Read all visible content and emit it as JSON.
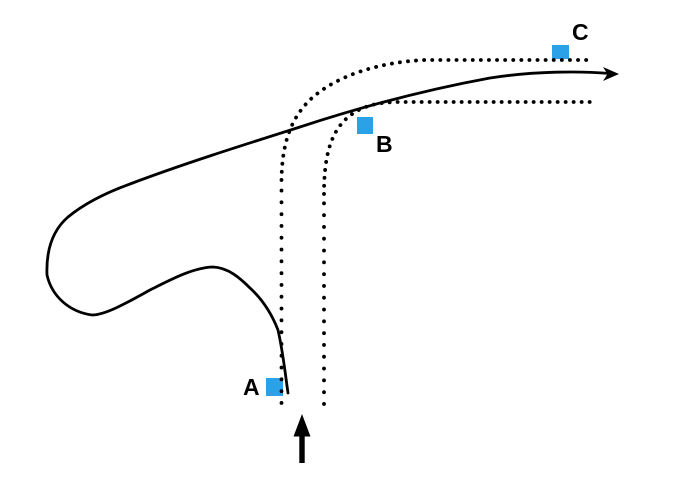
{
  "diagram": {
    "background_color": "#ffffff",
    "stroke_color": "#000000",
    "marker_color": "#2ba1e8",
    "points": [
      {
        "label": "A"
      },
      {
        "label": "B"
      },
      {
        "label": "C"
      }
    ],
    "icons": [
      {
        "name": "up-arrow-icon",
        "glyph": "↑"
      },
      {
        "name": "right-arrowhead-icon",
        "glyph": "→"
      }
    ]
  }
}
